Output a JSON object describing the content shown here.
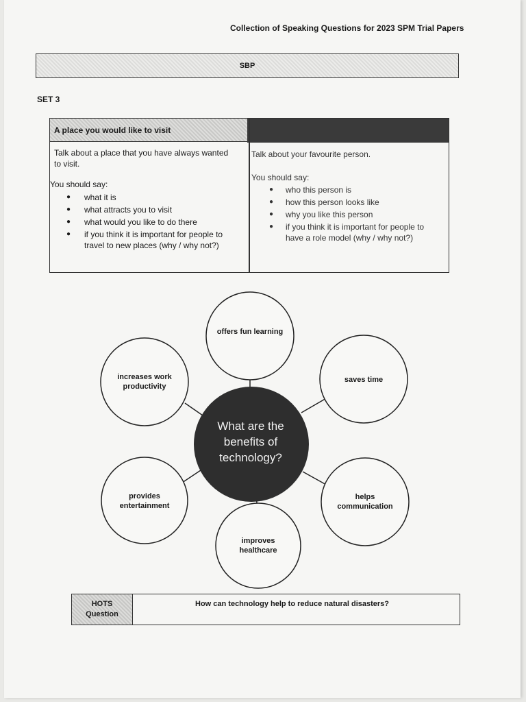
{
  "header": {
    "title": "Collection of Speaking Questions for 2023 SPM Trial Papers"
  },
  "banner": {
    "label": "SBP"
  },
  "set": {
    "label": "SET 3"
  },
  "topics": {
    "left": {
      "title": "A place you would like to visit",
      "task": "Talk about a place that you have always wanted to visit.",
      "should_say": "You should say:",
      "points": [
        "what it is",
        "what attracts you to visit",
        "what would you like to do there",
        "if you think it is important for people to travel to new places (why / why not?)"
      ]
    },
    "right": {
      "title": "",
      "task": "Talk about your favourite person.",
      "should_say": "You should say:",
      "points": [
        "who this person is",
        "how this person looks like",
        "why you like this person",
        "if you think it is important for people to have a role model (why / why not?)"
      ]
    }
  },
  "mindmap": {
    "center": "What are the benefits of technology?",
    "nodes": [
      "offers fun learning",
      "saves time",
      "helps communication",
      "improves healthcare",
      "provides entertainment",
      "increases work productivity"
    ]
  },
  "hots": {
    "label": "HOTS Question",
    "question": "How can technology help to reduce natural disasters?"
  }
}
